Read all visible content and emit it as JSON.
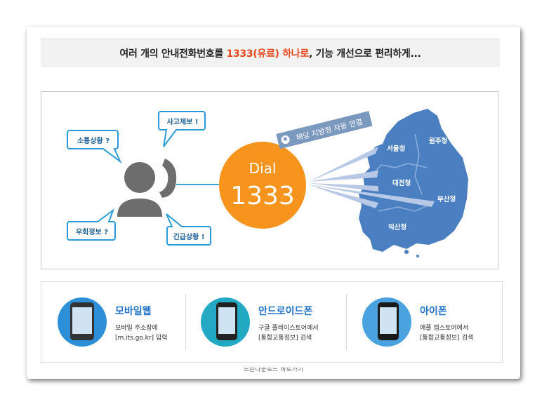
{
  "headline": {
    "prefix": "여러 개의 안내전화번호를 ",
    "highlight": "1333(유료) 하나로",
    "suffix": ", 기능 개선으로 편리하게..."
  },
  "diagram": {
    "bubbles": {
      "accident": "사고제보 !",
      "traffic": "소통상황 ?",
      "detour": "우회정보 ?",
      "emergency": "긴급상황 !"
    },
    "dial_label": "Dial",
    "dial_number": "1333",
    "banner": "해당 지방청 자동 연결",
    "regions": {
      "seoul": "서울청",
      "wonju": "원주청",
      "daejeon": "대전청",
      "busan": "부산청",
      "iksan": "익산청"
    }
  },
  "apps": [
    {
      "title": "모바일웹",
      "line1": "모바일 주소창에",
      "line2": "[m.its.go.kr] 입력",
      "color": "#2c8fd8"
    },
    {
      "title": "안드로이드폰",
      "line1": "구글 플레이스토어에서",
      "line2": "[통합교통정보] 검색",
      "color": "#24a9c4"
    },
    {
      "title": "아이폰",
      "line1": "애플 앱스토어에서",
      "line2": "[통합교통정보] 검색",
      "color": "#4aa3df"
    }
  ],
  "footer_partial": "오픈다운로드 바로가기",
  "colors": {
    "highlight": "#e8471d",
    "dial": "#f7941d",
    "map": "#4a7fc1",
    "app_title": "#1f73c8"
  }
}
